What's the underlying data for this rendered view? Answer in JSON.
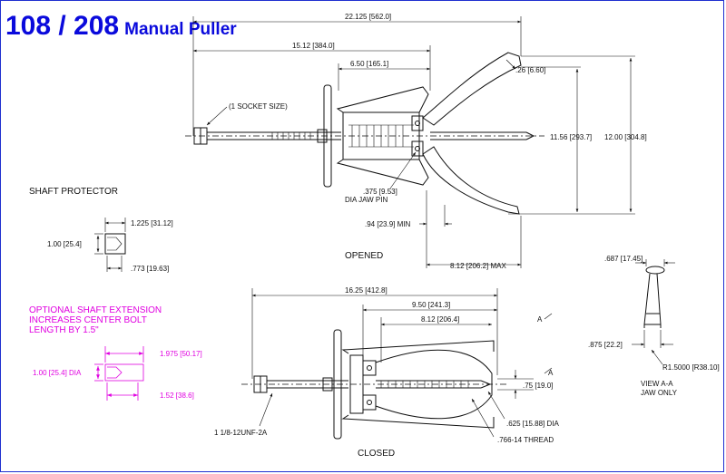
{
  "title": {
    "model": "108 / 208",
    "name": "Manual Puller"
  },
  "opened": {
    "caption": "OPENED",
    "overall_length": "22.125 [562.0]",
    "length_to_jaw": "15.12 [384.0]",
    "body_length": "6.50 [165.1]",
    "socket_note": "(1 SOCKET SIZE)",
    "jaw_tip": ".26 [6.60]",
    "reach_inner": "11.56 [293.7]",
    "reach_outer": "12.00 [304.8]",
    "jaw_pin": ".375 [9.53]",
    "jaw_pin_label": "DIA JAW PIN",
    "min_dim": ".94 [23.9] MIN",
    "max_dim": "8.12 [206.2] MAX"
  },
  "shaft_protector": {
    "label": "SHAFT PROTECTOR",
    "length": "1.225 [31.12]",
    "diameter": "1.00 [25.4]",
    "depth": ".773 [19.63]"
  },
  "extension": {
    "note_line1": "OPTIONAL SHAFT EXTENSION",
    "note_line2": "INCREASES CENTER BOLT",
    "note_line3": "LENGTH BY 1.5\"",
    "length": "1.975 [50.17]",
    "diameter": "1.00 [25.4] DIA",
    "depth": "1.52 [38.6]"
  },
  "closed": {
    "caption": "CLOSED",
    "overall_length": "16.25 [412.8]",
    "jaw_span": "9.50 [241.3]",
    "body_span": "8.12 [206.4]",
    "tip_dia": ".75 [19.0]",
    "point_dia": ".625 [15.88] DIA",
    "thread_main": "1 1/8-12UNF-2A",
    "thread_tip": ".766-14 THREAD",
    "section_mark": "A"
  },
  "view_aa": {
    "top_dim": ".687 [17.45]",
    "base_dim": ".875 [22.2]",
    "radius": "R1.5000 [R38.10]",
    "label_line1": "VIEW A-A",
    "label_line2": "JAW ONLY"
  }
}
